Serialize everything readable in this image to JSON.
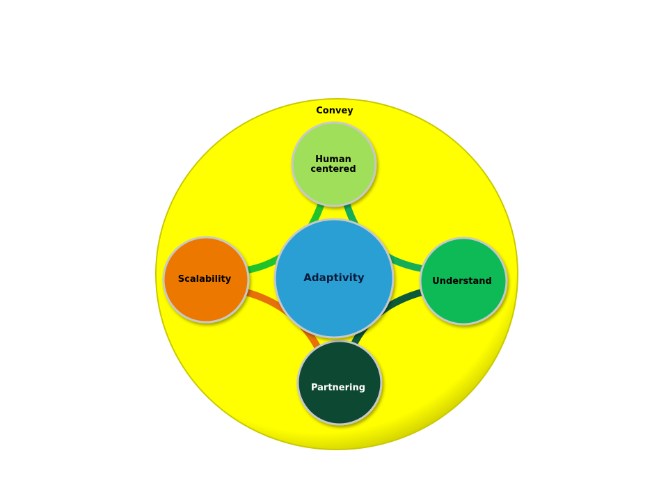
{
  "diagram": {
    "outer_label": "Convey",
    "center": {
      "label": "Adaptivity",
      "color": "#2a9fd4"
    },
    "nodes": [
      {
        "id": "top",
        "line1": "Human",
        "line2": "centered",
        "color": "#9fdf5a",
        "text_color": "#000000"
      },
      {
        "id": "left",
        "label": "Scalability",
        "color": "#ec7806",
        "text_color": "#000000"
      },
      {
        "id": "right",
        "label": "Understand",
        "color": "#0bba55",
        "text_color": "#000000"
      },
      {
        "id": "bottom",
        "label": "Partnering",
        "color": "#074a31",
        "text_color": "#ffffff"
      }
    ],
    "outer_color": "#ffff00"
  }
}
